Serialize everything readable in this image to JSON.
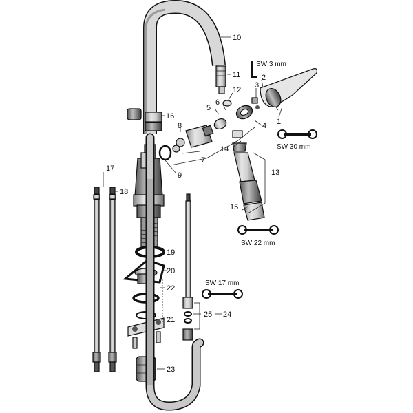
{
  "callouts": {
    "c1": "1",
    "c2": "2",
    "c3": "3",
    "c4": "4",
    "c5": "5",
    "c6": "6",
    "c7": "7",
    "c8": "8",
    "c9": "9",
    "c10": "10",
    "c11": "11",
    "c12": "12",
    "c13": "13",
    "c14": "14",
    "c15": "15",
    "c16": "16",
    "c17": "17",
    "c18": "18",
    "c19": "19",
    "c20": "20",
    "c21": "21",
    "c22": "22",
    "c23": "23",
    "c24": "24",
    "c25": "25"
  },
  "tools": {
    "sw3": "SW 3 mm",
    "sw30": "SW 30 mm",
    "sw22": "SW 22 mm",
    "sw17": "SW 17 mm"
  }
}
